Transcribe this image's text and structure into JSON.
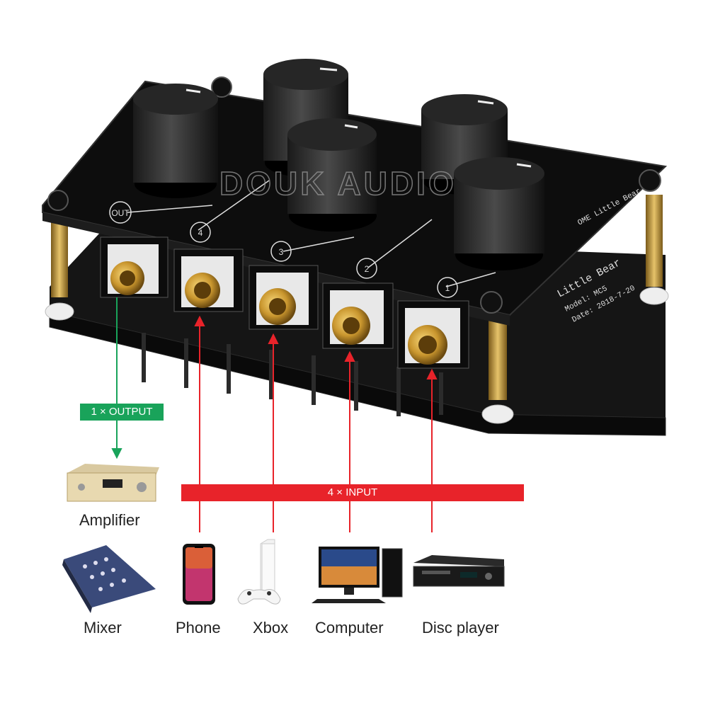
{
  "brand_watermark": "DOUK AUDIO",
  "board": {
    "knob_labels": [
      "OUT",
      "4",
      "3",
      "2",
      "1"
    ],
    "silkscreen_top": "OME Little Bear",
    "silkscreen_model": "Little Bear",
    "silkscreen_model_no": "Model: MC5",
    "silkscreen_date": "Date: 2018-7-20"
  },
  "output_tag": "1 × OUTPUT",
  "input_tag": "4 × INPUT",
  "devices": {
    "amplifier": "Amplifier",
    "mixer": "Mixer",
    "phone": "Phone",
    "xbox": "Xbox",
    "computer": "Computer",
    "disc_player": "Disc player"
  },
  "colors": {
    "output": "#19a35a",
    "input": "#e8232a",
    "board": "#111111",
    "gold": "#c9962e"
  }
}
